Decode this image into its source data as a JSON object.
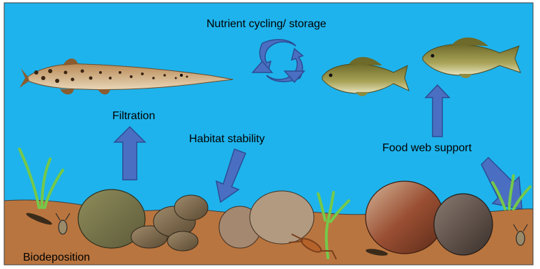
{
  "labels": {
    "nutrient_cycling": "Nutrient cycling/ storage",
    "filtration": "Filtration",
    "habitat_stability": "Habitat stability",
    "food_web_support": "Food web support",
    "biodeposition": "Biodeposition"
  },
  "colors": {
    "water": "#1eb3ec",
    "sediment": "#b9753f",
    "arrow_fill": "#4a6fc2",
    "arrow_stroke": "#2d4c93",
    "seagrass": "#74c94a",
    "outline": "#3f3f3f"
  }
}
